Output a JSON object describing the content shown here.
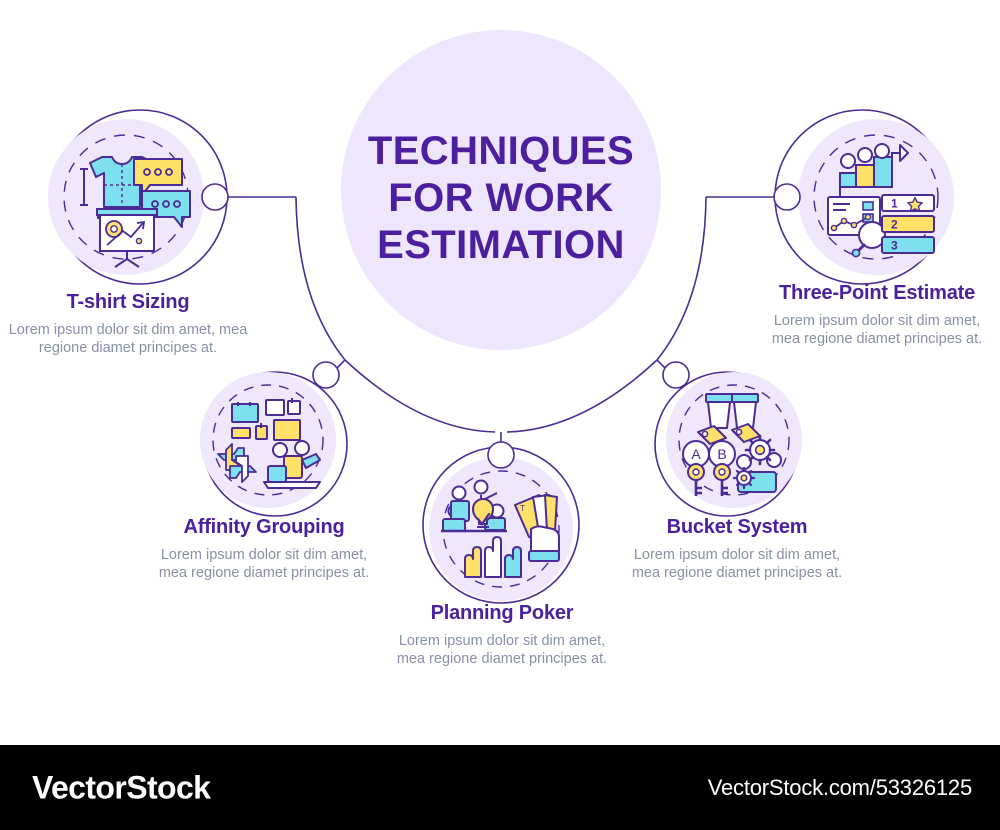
{
  "center": {
    "title_lines": [
      "TECHNIQUES",
      "FOR WORK",
      "ESTIMATION"
    ],
    "fill_color": "#EEE6FC",
    "text_color": "#4B1F9E"
  },
  "theme": {
    "line_color": "#4B2B96",
    "bubble_fill": "#EFE7FC",
    "title_color": "#4B1F9E",
    "body_color": "#8691A8",
    "icon_cyan": "#7EE0EF",
    "icon_yellow": "#FFE169",
    "icon_white": "#FFFFFF",
    "icon_outline": "#4B2B96",
    "footer_bg": "#000000",
    "footer_text": "#FFFFFF",
    "page_bg": "#FFFFFF"
  },
  "nodes": [
    {
      "id": "tshirt",
      "title": "T-shirt Sizing",
      "description": "Lorem ipsum dolor sit dim amet, mea regione diamet principes at.",
      "icon": "tshirt-measure-chat-presentation-icon"
    },
    {
      "id": "affinity",
      "title": "Affinity Grouping",
      "description": "Lorem ipsum dolor sit dim amet, mea regione diamet principes at.",
      "icon": "sticky-notes-teamwork-hands-icon"
    },
    {
      "id": "poker",
      "title": "Planning Poker",
      "description": "Lorem ipsum dolor sit dim amet, mea regione diamet principes at.",
      "icon": "team-idea-cards-raised-hands-icon"
    },
    {
      "id": "bucket",
      "title": "Bucket System",
      "description": "Lorem ipsum dolor sit dim amet, mea regione diamet principes at.",
      "icon": "buckets-tags-ab-keys-gears-icon"
    },
    {
      "id": "three",
      "title": "Three-Point Estimate",
      "description": "Lorem ipsum dolor sit dim amet, mea regione diamet principes at.",
      "icon": "growth-arrow-ranked-list-chart-icon"
    }
  ],
  "node_icon_labels": {
    "three_point_ranks": [
      "1",
      "2",
      "3"
    ],
    "bucket_keys": [
      "A",
      "B"
    ]
  },
  "footer": {
    "brand": "VectorStock",
    "url": "VectorStock.com/53326125"
  }
}
